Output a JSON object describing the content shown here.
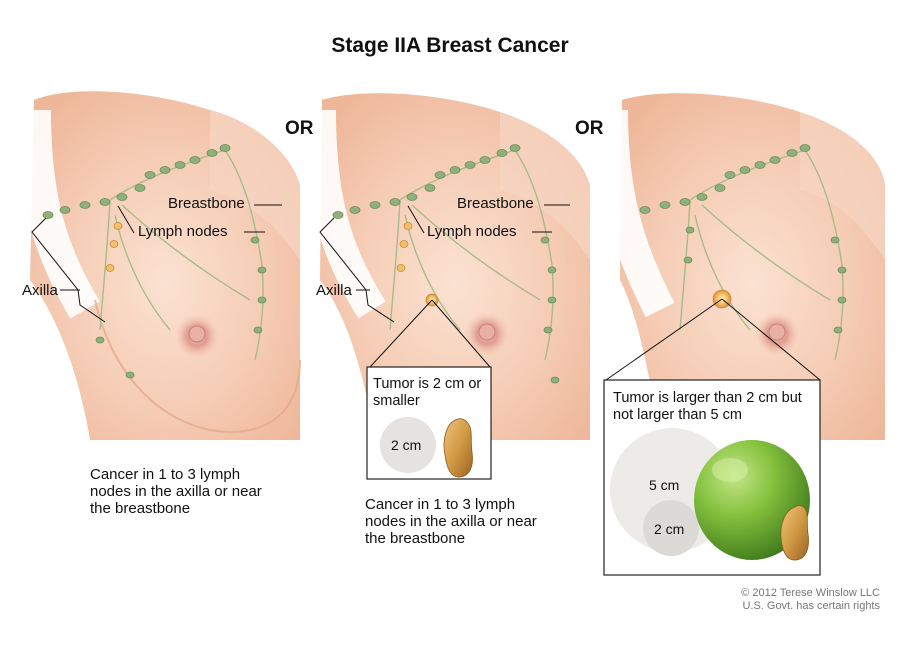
{
  "title": "Stage IIA Breast Cancer",
  "separators": [
    "OR",
    "OR"
  ],
  "labels": {
    "breastbone": "Breastbone",
    "lymph_nodes": "Lymph nodes",
    "axilla": "Axilla"
  },
  "panels": [
    {
      "caption": "Cancer in 1 to 3 lymph nodes in the axilla or near the breastbone"
    },
    {
      "box_text": "Tumor is 2 cm or smaller",
      "circle_label": "2 cm",
      "caption": "Cancer in 1 to 3 lymph nodes in the axilla or near the breastbone"
    },
    {
      "box_text": "Tumor is larger than 2 cm but not larger than 5 cm",
      "circle_labels": [
        "5 cm",
        "2 cm"
      ]
    }
  ],
  "credit": [
    "© 2012 Terese Winslow LLC",
    "U.S. Govt. has certain rights"
  ],
  "colors": {
    "skin": "#f3c6ad",
    "skin_light": "#fbe3d4",
    "node": "#8fb07a",
    "vessel": "#a8bb8a",
    "tumor": "#f0bf6a",
    "lime": "#7ab83a",
    "peanut": "#c9923f"
  }
}
